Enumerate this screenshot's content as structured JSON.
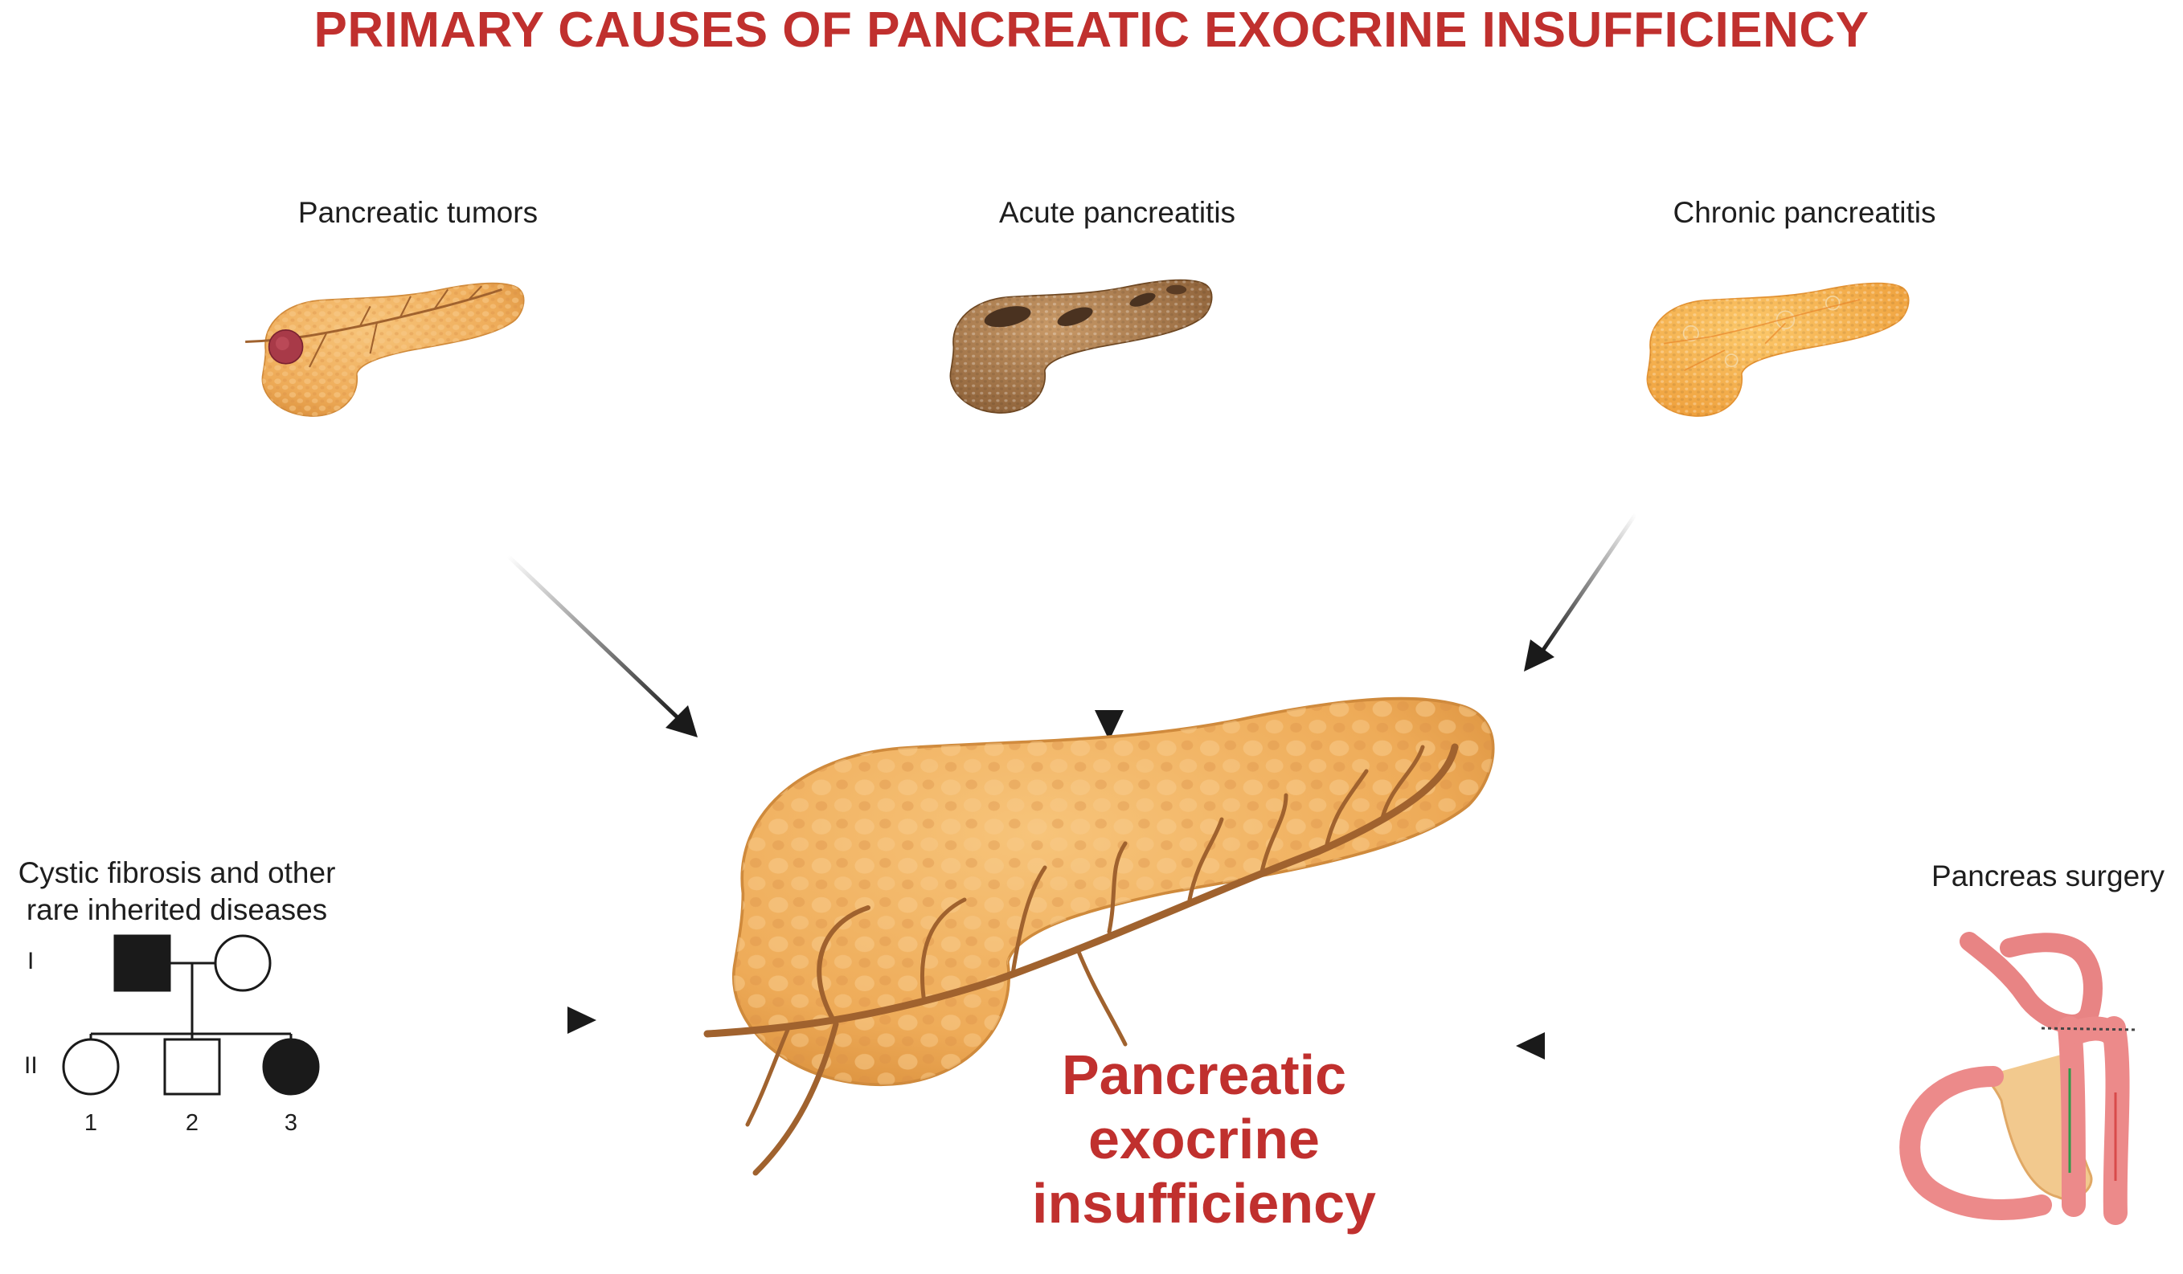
{
  "title": "PRIMARY CAUSES OF PANCREATIC EXOCRINE INSUFFICIENCY",
  "causes": {
    "tumors": "Pancreatic tumors",
    "acute": "Acute pancreatitis",
    "chronic": "Chronic pancreatitis",
    "cystic_line1": "Cystic fibrosis and other",
    "cystic_line2": "rare inherited diseases",
    "surgery": "Pancreas surgery"
  },
  "outcome": {
    "line1": "Pancreatic",
    "line2": "exocrine",
    "line3": "insufficiency"
  },
  "pedigree": {
    "generations": [
      "I",
      "II"
    ],
    "children": [
      "1",
      "2",
      "3"
    ]
  },
  "colors": {
    "title": "#c0302e",
    "pancreas": "#f0b05a",
    "pancreas_dark": "#d9903c",
    "duct": "#a0622e",
    "acute": "#a8794a",
    "chronic": "#f6b552",
    "tumor": "#a83a48",
    "stomach": "#ec8a8a",
    "arrow": "#1a1a1a"
  }
}
